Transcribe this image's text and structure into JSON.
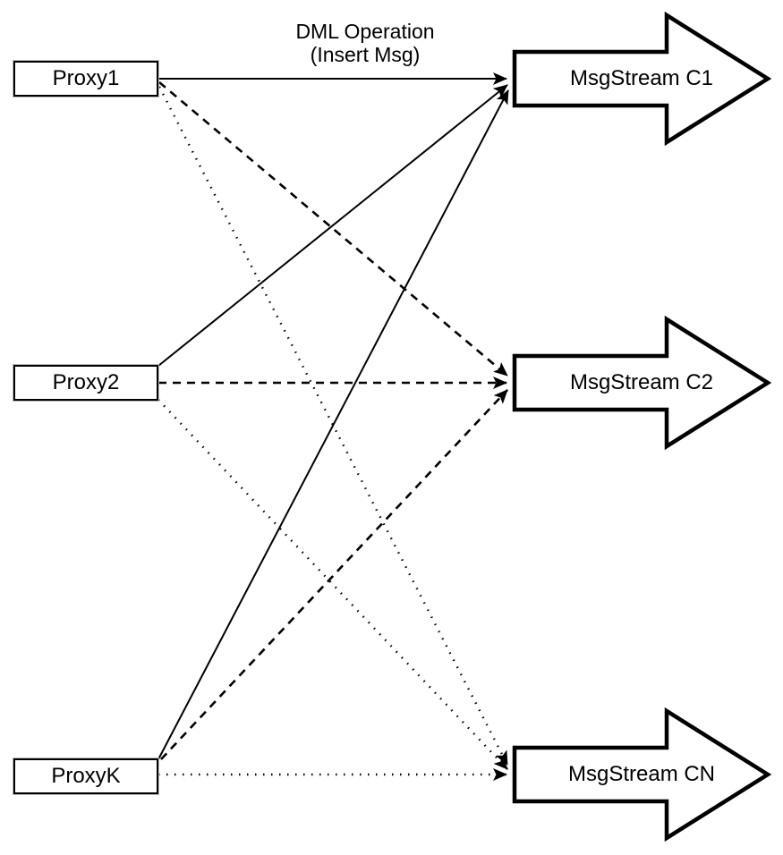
{
  "diagram": {
    "title": {
      "line1": "DML Operation",
      "line2": "(Insert Msg)"
    },
    "proxies": [
      {
        "id": "proxy1",
        "label": "Proxy1"
      },
      {
        "id": "proxy2",
        "label": "Proxy2"
      },
      {
        "id": "proxyk",
        "label": "ProxyK"
      }
    ],
    "streams": [
      {
        "id": "c1",
        "label": "MsgStream C1",
        "shape": "block-arrow-right"
      },
      {
        "id": "c2",
        "label": "MsgStream C2",
        "shape": "block-arrow-right"
      },
      {
        "id": "cn",
        "label": "MsgStream CN",
        "shape": "block-arrow-right"
      }
    ],
    "edges": [
      {
        "from": "proxy1",
        "to": "c1",
        "style": "solid"
      },
      {
        "from": "proxy2",
        "to": "c1",
        "style": "solid"
      },
      {
        "from": "proxyk",
        "to": "c1",
        "style": "solid"
      },
      {
        "from": "proxy1",
        "to": "c2",
        "style": "dashed"
      },
      {
        "from": "proxy2",
        "to": "c2",
        "style": "dashed"
      },
      {
        "from": "proxyk",
        "to": "c2",
        "style": "dashed"
      },
      {
        "from": "proxy1",
        "to": "cn",
        "style": "dotted"
      },
      {
        "from": "proxy2",
        "to": "cn",
        "style": "dotted"
      },
      {
        "from": "proxyk",
        "to": "cn",
        "style": "dotted"
      }
    ],
    "colors": {
      "line": "#000000",
      "node_fill": "#ffffff",
      "background": "#ffffff"
    }
  }
}
